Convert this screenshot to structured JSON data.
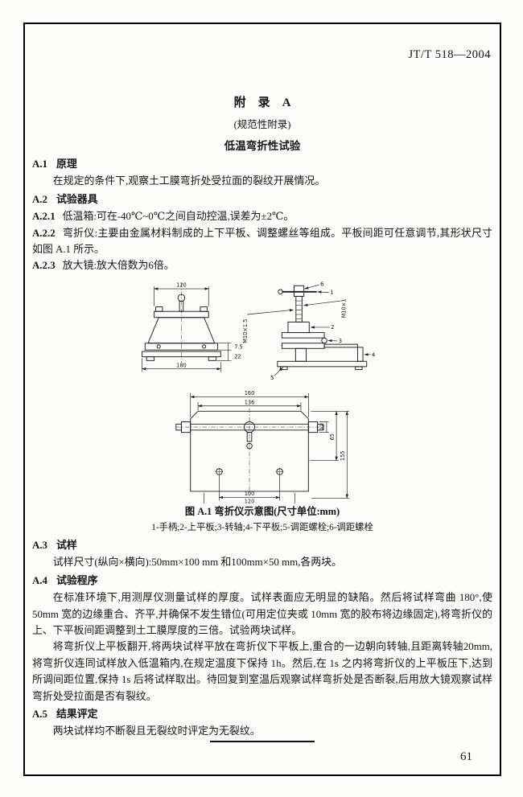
{
  "page": {
    "header": "JT/T 518—2004",
    "page_number": "61"
  },
  "appendix": {
    "title": "附　录　A",
    "subtitle": "(规范性附录)",
    "subject": "低温弯折性试验"
  },
  "sections": {
    "a1": {
      "num": "A.1",
      "title": "原理",
      "body": "在规定的条件下,观察土工膜弯折处受拉面的裂纹开展情况。"
    },
    "a2": {
      "num": "A.2",
      "title": "试验器具"
    },
    "a21": {
      "num": "A.2.1",
      "text": "低温箱:可在-40℃~0℃之间自动控温,误差为±2℃。"
    },
    "a22": {
      "num": "A.2.2",
      "text": "弯折仪:主要由金属材料制成的上下平板、调整螺丝等组成。平板间距可任意调节,其形状尺寸如图 A.1 所示。"
    },
    "a23": {
      "num": "A.2.3",
      "text": "放大镜:放大倍数为6倍。"
    },
    "a3": {
      "num": "A.3",
      "title": "试样",
      "body": "试样尺寸(纵向×横向):50mm×100 mm 和100mm×50 mm,各两块。"
    },
    "a4": {
      "num": "A.4",
      "title": "试验程序",
      "p1": "在标准环境下,用测厚仪测量试样的厚度。试样表面应无明显的缺陷。然后将试样弯曲 180°,使50mm 宽的边缘重合、齐平,并确保不发生错位(可用定位夹或 10mm 宽的胶布将边缘固定),将弯折仪的上、下平板间距调整到土工膜厚度的三倍。试验两块试样。",
      "p2": "将弯折仪上平板翻开,将两块试样平放在弯折仪下平板上,重合的一边朝向转轴,且距离转轴20mm,将弯折仪连同试样放入低温箱内,在规定温度下保持 1h。然后,在 1s 之内将弯折仪的上平板压下,达到所调间距位置,保持 1s 后将试样取出。待回复到室温后观察试样弯折处是否断裂,后用放大镜观察试样弯折处受拉面是否有裂纹。"
    },
    "a5": {
      "num": "A.5",
      "title": "结果评定",
      "body": "两块试样均不断裂且无裂纹时评定为无裂纹。"
    }
  },
  "figure": {
    "caption": "图 A.1  弯折仪示意图(尺寸单位:mm)",
    "legend": "1-手柄;2-上平板;3-转轴;4-下平板;5-调距螺栓;6-调距螺栓",
    "labels": {
      "front_top": "120",
      "front_bottom": "180",
      "front_t1": "7.5",
      "front_t2": "22",
      "thread_front": "M10×1.5",
      "thread_side": "M10×1",
      "part1": "1",
      "part2": "2",
      "part3": "3",
      "part4": "4",
      "part5": "5",
      "part6": "6",
      "plan_top_outer": "160",
      "plan_top_inner": "136",
      "plan_side_small": "22",
      "plan_side_mid": "65",
      "plan_side_full": "155",
      "plan_bottom_inner": "100",
      "plan_bottom_outer": "120"
    }
  }
}
